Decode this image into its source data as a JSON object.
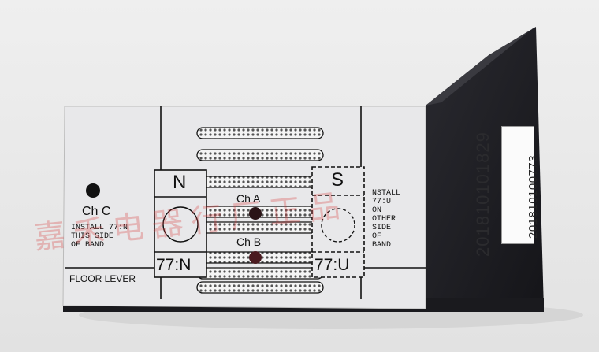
{
  "label": {
    "ch_c": "Ch C",
    "ch_a": "Ch A",
    "ch_b": "Ch B",
    "install_left": "INSTALL 77:N\nTHIS SIDE\nOF BAND",
    "install_right": "NSTALL\n77:U\nON\nOTHER\nSIDE\nOF\nBAND",
    "pole_n": "N",
    "pole_s": "S",
    "model_n": "77:N",
    "model_u": "77:U",
    "floor_lever": "FLOOR LEVER"
  },
  "device": {
    "serial_embossed": "201810101829",
    "serial_sticker": "201810100773"
  },
  "watermark": "嘉禾电器行厂正品",
  "colors": {
    "label_paper": "#e8e8ea",
    "ink": "#111111",
    "housing": "#1d1d22",
    "watermark_red": "#d63a3a"
  }
}
